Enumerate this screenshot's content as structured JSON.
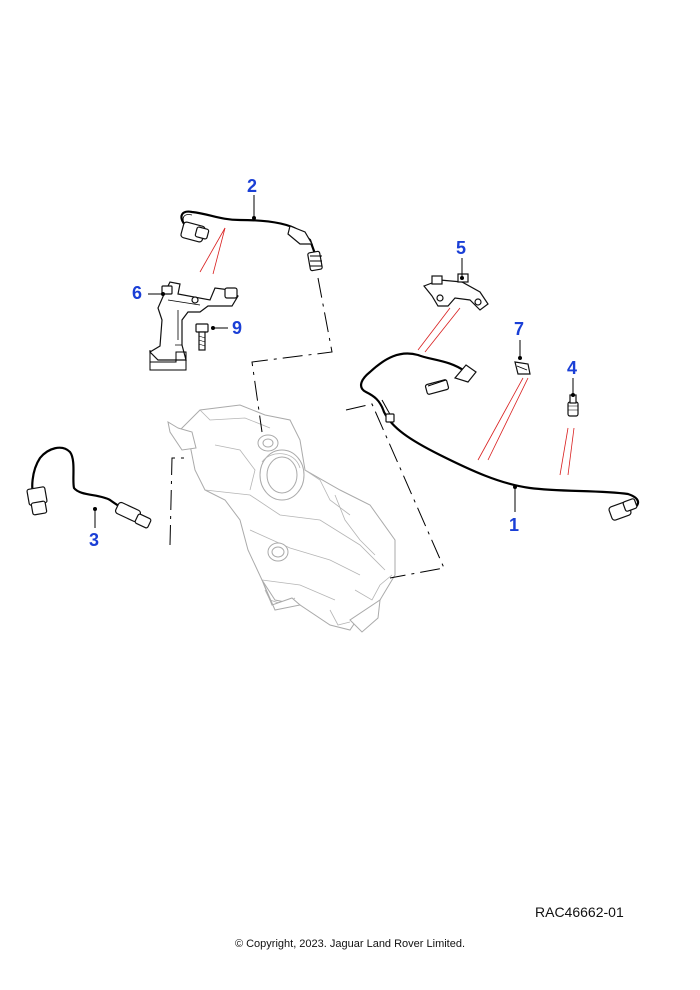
{
  "callouts": {
    "c1": "1",
    "c2": "2",
    "c3": "3",
    "c4": "4",
    "c5": "5",
    "c6": "6",
    "c7": "7",
    "c9": "9"
  },
  "reference_code": "RAC46662-01",
  "copyright": "© Copyright, 2023. Jaguar Land Rover Limited.",
  "colors": {
    "callout": "#1a3fd6",
    "leader_red": "#d91e1e"
  }
}
